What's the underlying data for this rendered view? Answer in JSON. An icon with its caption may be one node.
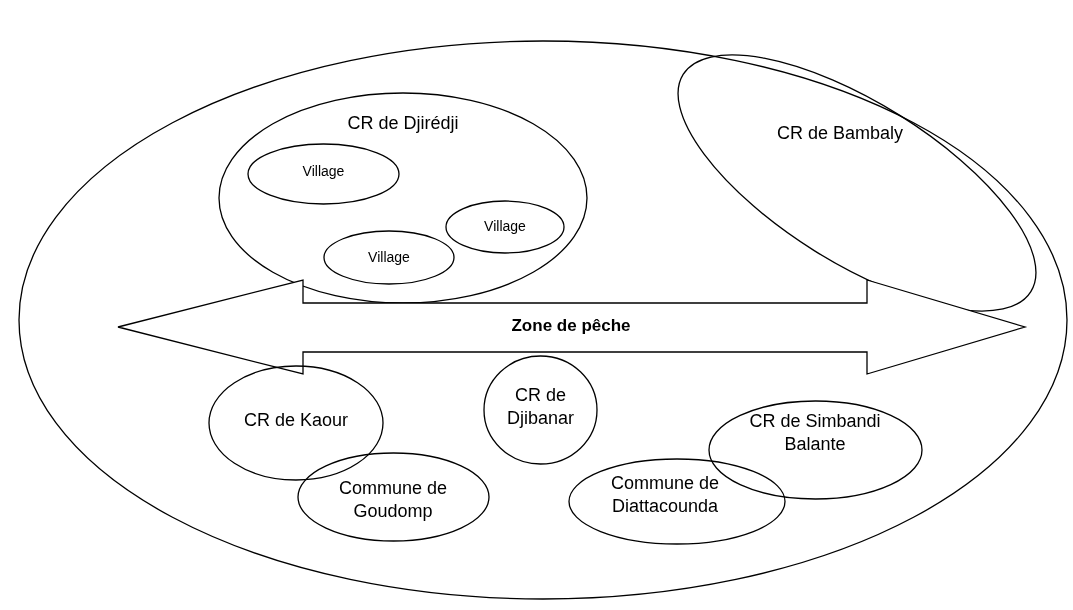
{
  "diagram": {
    "nodes": [
      {
        "text": [],
        "shape": "ellipse"
      },
      {
        "text": [
          "CR de Djirédji"
        ],
        "in": 0
      },
      {
        "text": [
          "Village"
        ],
        "in": 1
      },
      {
        "text": [
          "Village"
        ],
        "in": 1
      },
      {
        "text": [
          "Village"
        ],
        "in": 1
      },
      {
        "text": [
          "CR de Bambaly"
        ],
        "in": 0
      },
      {
        "text": [
          "Zone de pêche"
        ],
        "in": 0
      },
      {
        "text": [
          "CR de Kaour"
        ],
        "in": 0
      },
      {
        "text": [
          "CR de Djibanar"
        ],
        "in": 0
      },
      {
        "text": [
          "CR de Simbandi Balante"
        ],
        "in": 0
      },
      {
        "text": [
          "Commune de Goudomp"
        ],
        "in": 0
      },
      {
        "text": [
          "Commune de Diattacounda"
        ],
        "in": 0
      }
    ]
  }
}
